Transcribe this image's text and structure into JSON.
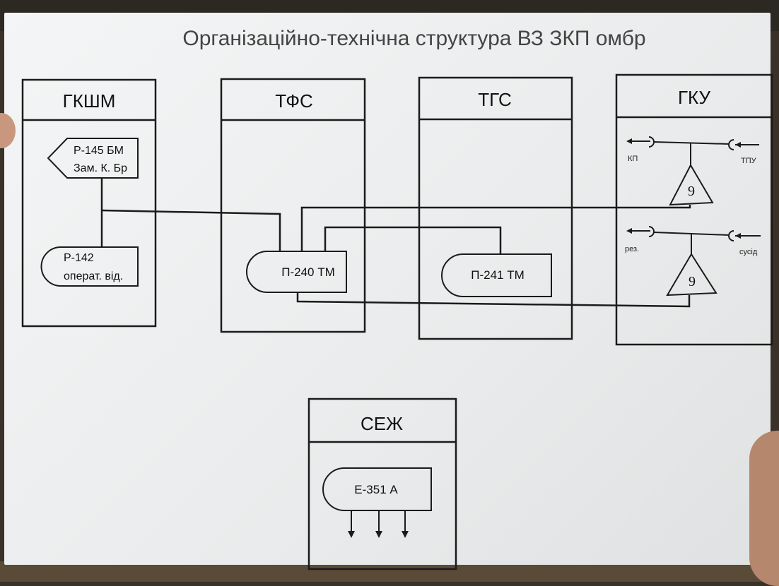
{
  "title": "Організаційно-технічна структура ВЗ ЗКП омбр",
  "blocks": {
    "gkshm": {
      "header": "ГКШМ",
      "devices": [
        {
          "line1": "Р-145 БМ",
          "line2": "Зам. К. Бр"
        },
        {
          "line1": "Р-142",
          "line2": "операт. від."
        }
      ]
    },
    "tfs": {
      "header": "ТФС",
      "device": "П-240 ТМ"
    },
    "tgs": {
      "header": "ТГС",
      "device": "П-241 ТМ"
    },
    "gku": {
      "header": "ГКУ",
      "amplifier_value": "9",
      "labels": [
        "КП",
        "ТПУ",
        "рез.",
        "сусід"
      ]
    },
    "sezh": {
      "header": "СЕЖ",
      "device": "Е-351 А"
    }
  }
}
